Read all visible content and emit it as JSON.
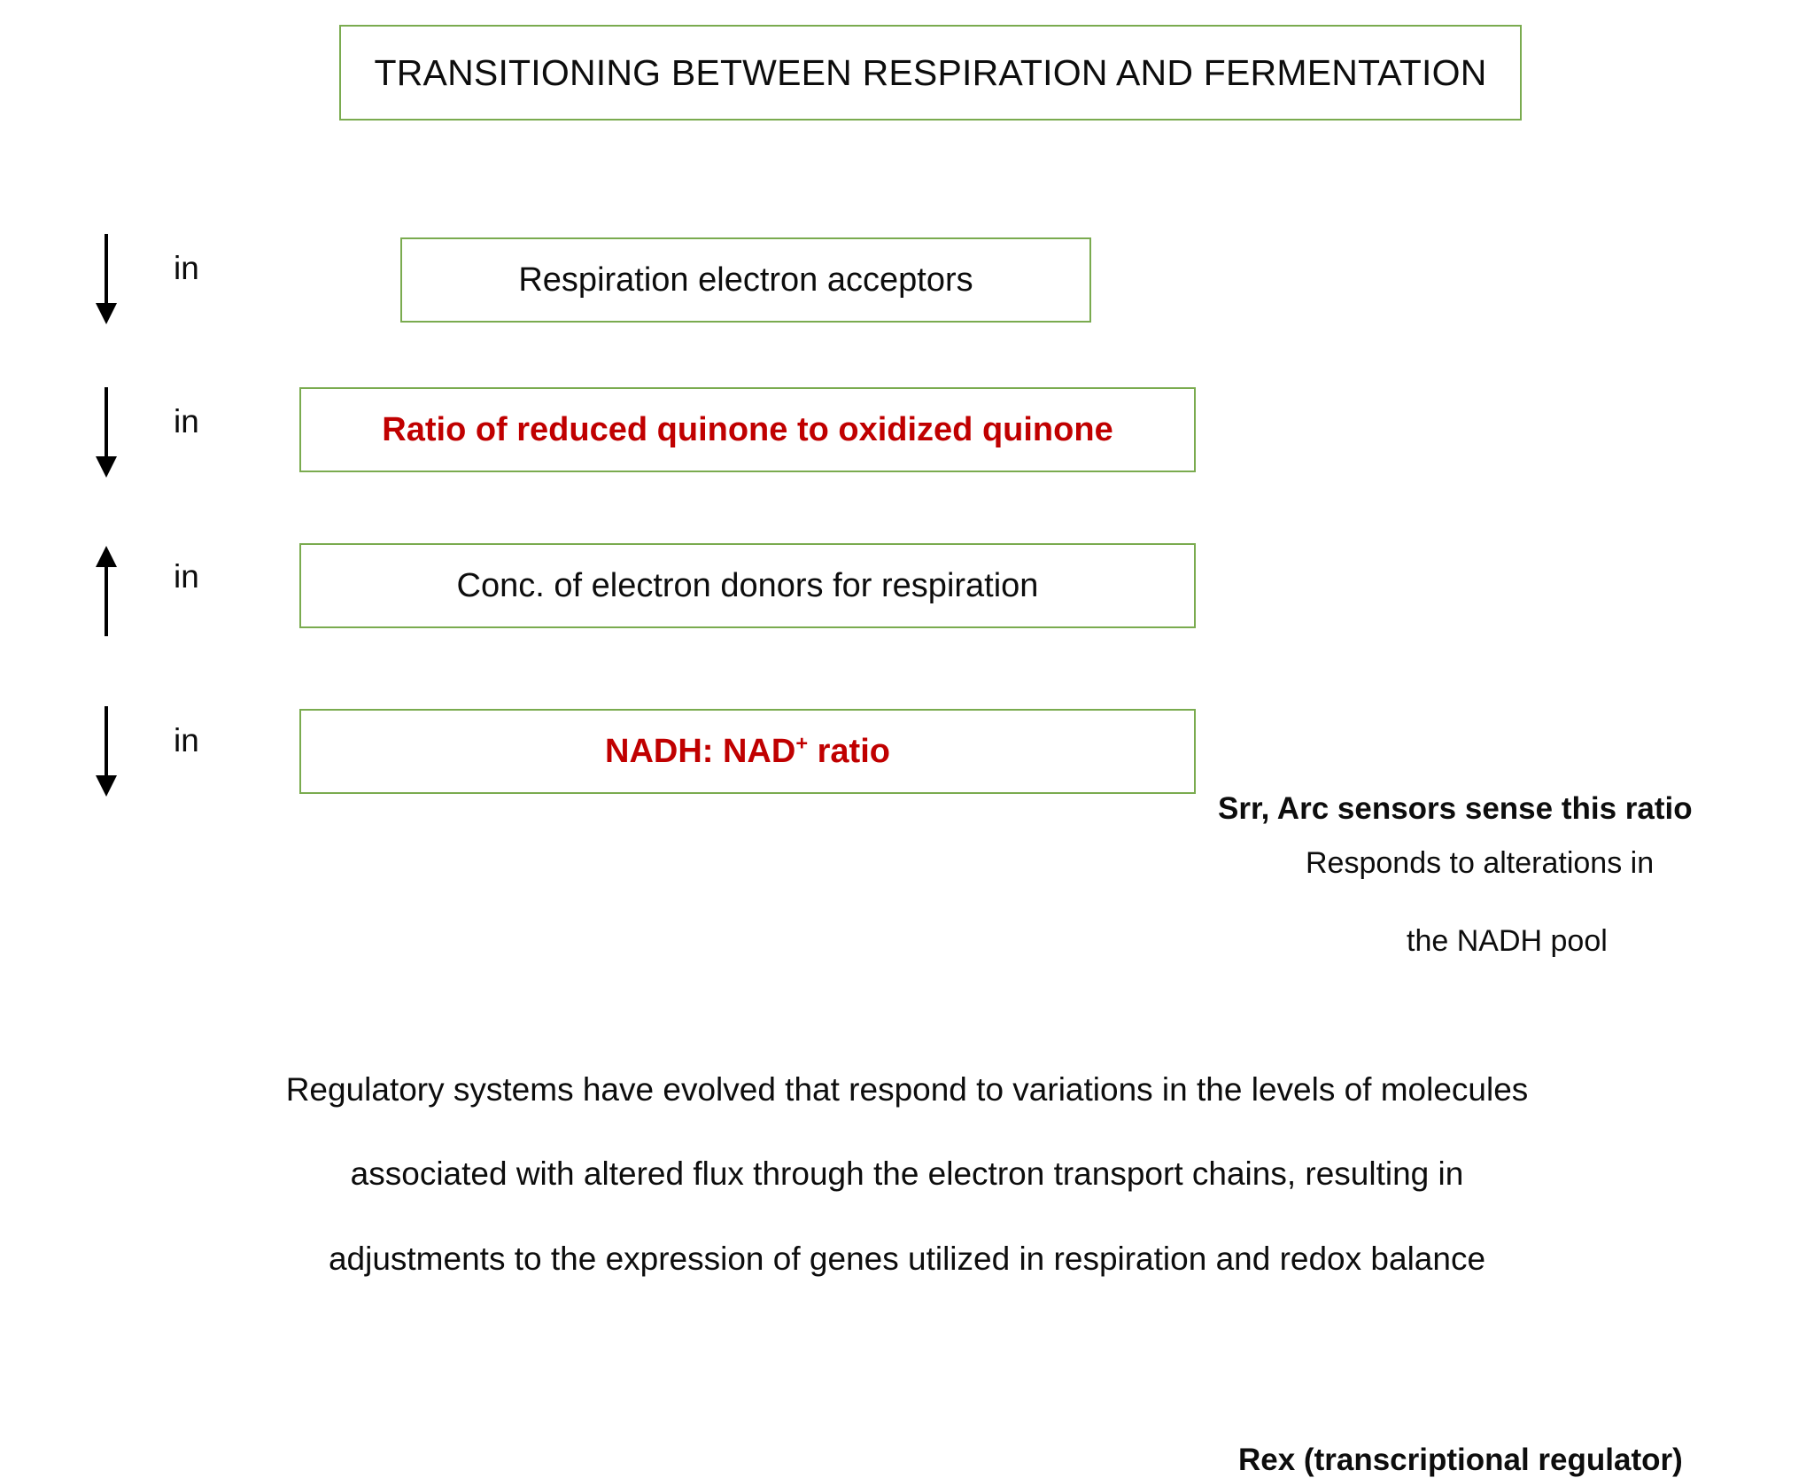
{
  "title": {
    "text": "TRANSITIONING BETWEEN RESPIRATION AND FERMENTATION",
    "border_color": "#7aab4f"
  },
  "colors": {
    "box_border_green": "#7aab4f",
    "highlight_red": "#c00000",
    "text_black": "#0d0d0d",
    "background": "#ffffff"
  },
  "rows": [
    {
      "arrow": "down-arrow-icon",
      "arrow_direction": "down",
      "connector_label": "in",
      "box_text": "Respiration electron acceptors",
      "box_text_emphasis": "normal",
      "annotation": null
    },
    {
      "arrow": "down-arrow-icon",
      "arrow_direction": "down",
      "connector_label": "in",
      "box_text": "Ratio of reduced quinone to oxidized quinone",
      "box_text_emphasis": "red-bold",
      "annotation": "Srr, Arc sensors sense this ratio"
    },
    {
      "arrow": "up-arrow-icon",
      "arrow_direction": "up",
      "connector_label": "in",
      "box_text": "Conc. of electron donors for respiration",
      "box_text_emphasis": "normal",
      "annotation": null
    },
    {
      "arrow": "down-arrow-icon",
      "arrow_direction": "down",
      "connector_label": "in",
      "box_text_main": "NADH: NAD",
      "box_text_sup": "+",
      "box_text_tail": " ratio",
      "box_text_emphasis": "red-bold",
      "annotation": "Rex (transcriptional regulator)"
    }
  ],
  "side_notes": {
    "responds_line_1": "Responds to alterations in",
    "responds_line_2": "the NADH pool"
  },
  "summary_paragraph": {
    "line_1": "Regulatory systems have evolved that respond to variations in the levels of molecules",
    "line_2": "associated with altered flux through the electron transport chains, resulting in",
    "line_3": "adjustments to the expression of genes utilized in respiration and redox balance"
  }
}
